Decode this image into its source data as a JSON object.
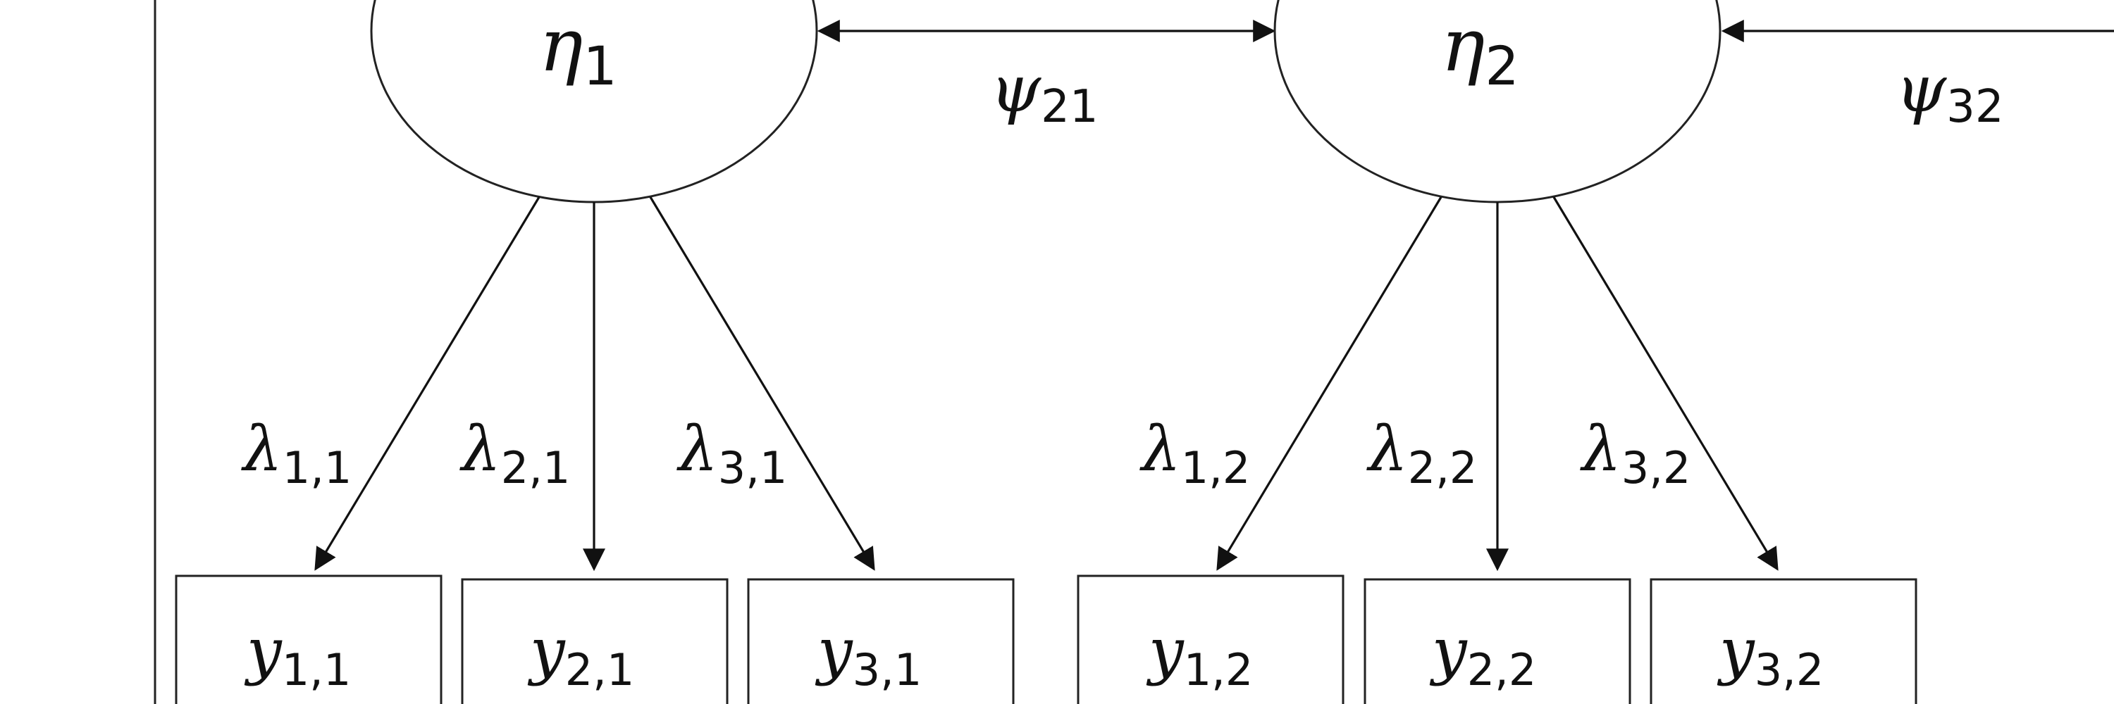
{
  "latents": [
    {
      "id": "eta1",
      "symbol": "η",
      "sub": "1"
    },
    {
      "id": "eta2",
      "symbol": "η",
      "sub": "2"
    }
  ],
  "covariances": [
    {
      "id": "psi21",
      "symbol": "ψ",
      "sub": "21"
    },
    {
      "id": "psi32",
      "symbol": "ψ",
      "sub": "32"
    }
  ],
  "loadings": [
    {
      "id": "l11",
      "symbol": "λ",
      "sub": "1,1"
    },
    {
      "id": "l21",
      "symbol": "λ",
      "sub": "2,1"
    },
    {
      "id": "l31",
      "symbol": "λ",
      "sub": "3,1"
    },
    {
      "id": "l12",
      "symbol": "λ",
      "sub": "1,2"
    },
    {
      "id": "l22",
      "symbol": "λ",
      "sub": "2,2"
    },
    {
      "id": "l32",
      "symbol": "λ",
      "sub": "3,2"
    }
  ],
  "indicators": [
    {
      "id": "y11",
      "symbol": "y",
      "sub": "1,1"
    },
    {
      "id": "y21",
      "symbol": "y",
      "sub": "2,1"
    },
    {
      "id": "y31",
      "symbol": "y",
      "sub": "3,1"
    },
    {
      "id": "y12",
      "symbol": "y",
      "sub": "1,2"
    },
    {
      "id": "y22",
      "symbol": "y",
      "sub": "2,2"
    },
    {
      "id": "y32",
      "symbol": "y",
      "sub": "3,2"
    }
  ]
}
